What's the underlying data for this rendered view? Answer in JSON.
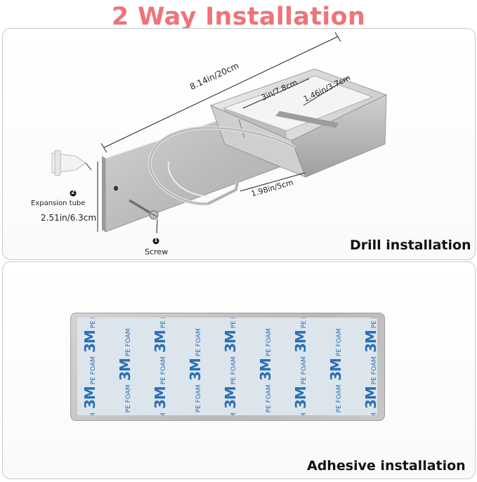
{
  "title": "2 Way Installation",
  "drill": {
    "caption": "Drill installation",
    "dim_length": "8.14in/20cm",
    "dim_inner_width": "3in/7.8cm",
    "dim_depth": "1.46in/3.7cm",
    "dim_holder": "1.98in/5cm",
    "dim_height": "2.51in/6.3cm",
    "part_expansion": "Expansion tube",
    "part_expansion_num": "2",
    "part_screw": "Screw",
    "part_screw_num": "1"
  },
  "adhesive": {
    "caption": "Adhesive installation",
    "tape_brand": "3M",
    "tape_text": "PE FOAM"
  },
  "colors": {
    "title": "#ee7479",
    "steel": "#c4c4c4",
    "tape": "#d6dfe8",
    "brand_blue": "#2a6fb6"
  }
}
